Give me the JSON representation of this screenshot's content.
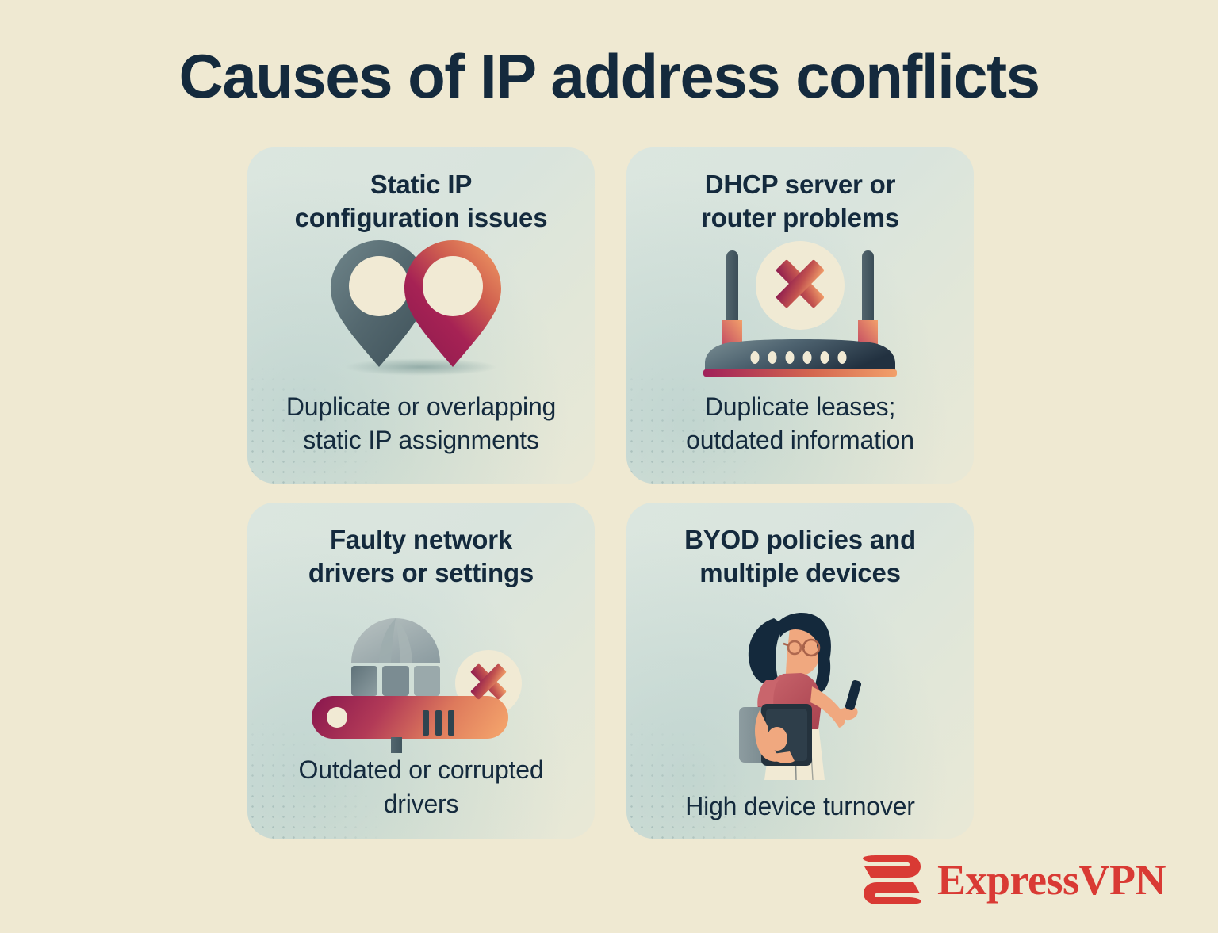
{
  "page": {
    "title": "Causes of IP address conflicts",
    "background_color": "#efe9d2",
    "text_color": "#142a3d",
    "card_color": "#dbe6df",
    "accent_magenta": "#a0215a",
    "accent_orange": "#ea8a5e",
    "accent_slate": "#4b6168",
    "brand_red": "#d93a34"
  },
  "cards": [
    {
      "heading": "Static IP\nconfiguration issues",
      "heading_lines": [
        "Static IP",
        "configuration issues"
      ],
      "icon": "map-pins-duplicate-icon",
      "caption": "Duplicate or overlapping static IP assignments",
      "caption_lines": [
        "Duplicate or overlapping",
        "static IP assignments"
      ]
    },
    {
      "heading": "DHCP server or\nrouter problems",
      "heading_lines": [
        "DHCP server or",
        "router problems"
      ],
      "icon": "router-error-icon",
      "caption": "Duplicate leases; outdated information",
      "caption_lines": [
        "Duplicate leases;",
        "outdated information"
      ]
    },
    {
      "heading": "Faulty network\ndrivers or settings",
      "heading_lines": [
        "Faulty network",
        "drivers or settings"
      ],
      "icon": "network-server-error-icon",
      "caption": "Outdated or corrupted drivers",
      "caption_lines": [
        "Outdated or corrupted",
        "drivers"
      ]
    },
    {
      "heading": "BYOD policies and\nmultiple devices",
      "heading_lines": [
        "BYOD policies and",
        "multiple devices"
      ],
      "icon": "person-with-devices-icon",
      "caption": "High device turnover",
      "caption_lines": [
        "High device turnover"
      ]
    }
  ],
  "logo": {
    "text": "ExpressVPN",
    "mark": "expressvpn-logo-mark"
  }
}
